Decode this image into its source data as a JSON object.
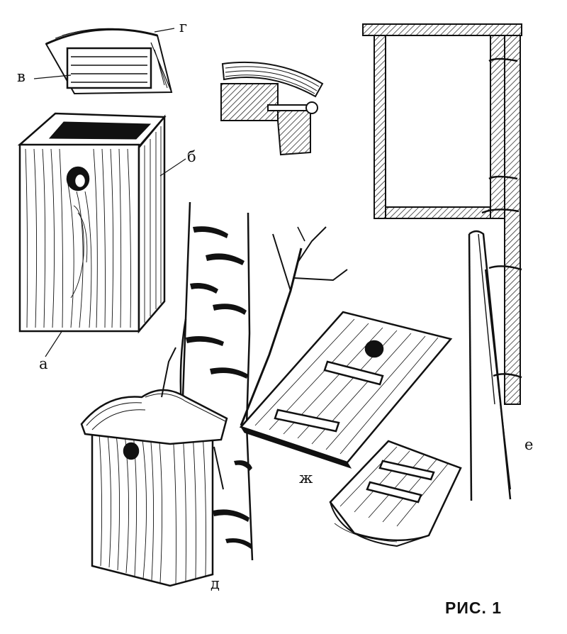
{
  "figure": {
    "caption": "РИС. 1",
    "labels": {
      "a": "а",
      "b": "б",
      "v": "в",
      "g": "г",
      "d": "д",
      "e": "е",
      "zh": "ж"
    }
  },
  "colors": {
    "ink": "#111111",
    "paper": "#ffffff"
  }
}
